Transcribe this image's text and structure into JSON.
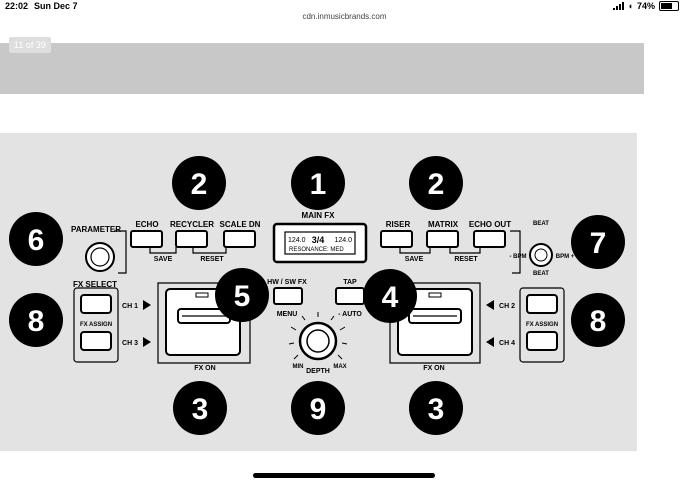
{
  "status": {
    "time": "22:02",
    "date": "Sun Dec 7",
    "battery": "74%"
  },
  "browser": {
    "url": "cdn.inmusicbrands.com"
  },
  "viewer": {
    "counter": "11 of 39"
  },
  "diagram": {
    "callouts": {
      "main_fx": "1",
      "fx_left": "2",
      "fx_right": "2",
      "fx_on_left": "3",
      "fx_on_right": "3",
      "tap": "4",
      "menu": "5",
      "parameter": "6",
      "bpm": "7",
      "assign_left": "8",
      "assign_right": "8",
      "depth": "9"
    },
    "labels": {
      "parameter": "PARAMETER",
      "fx_select": "FX SELECT",
      "echo": "ECHO",
      "recycler": "RECYCLER",
      "scale_dn": "SCALE DN",
      "main_fx": "MAIN FX",
      "riser": "RISER",
      "matrix": "MATRIX",
      "echo_out": "ECHO OUT",
      "save_left": "SAVE",
      "reset_left": "RESET",
      "save_right": "SAVE",
      "reset_right": "RESET",
      "beat_top": "BEAT",
      "beat_bottom": "BEAT",
      "bpm_minus": "- BPM",
      "bpm_plus": "BPM +",
      "ch1": "CH 1",
      "ch3": "CH 3",
      "ch2": "CH 2",
      "ch4": "CH 4",
      "fx_assign_left": "FX ASSIGN",
      "fx_assign_right": "FX ASSIGN",
      "hw_sw_fx": "HW / SW FX",
      "menu": "MENU",
      "tap": "TAP",
      "auto": "- AUTO",
      "min": "MIN",
      "max": "MAX",
      "depth": "DEPTH",
      "fx_on_left": "FX ON",
      "fx_on_right": "FX ON"
    },
    "display": {
      "bpm_left": "124.0",
      "beat_fraction": "3/4",
      "bpm_right": "124.0",
      "resonance": "RESONANCE: MED"
    }
  }
}
